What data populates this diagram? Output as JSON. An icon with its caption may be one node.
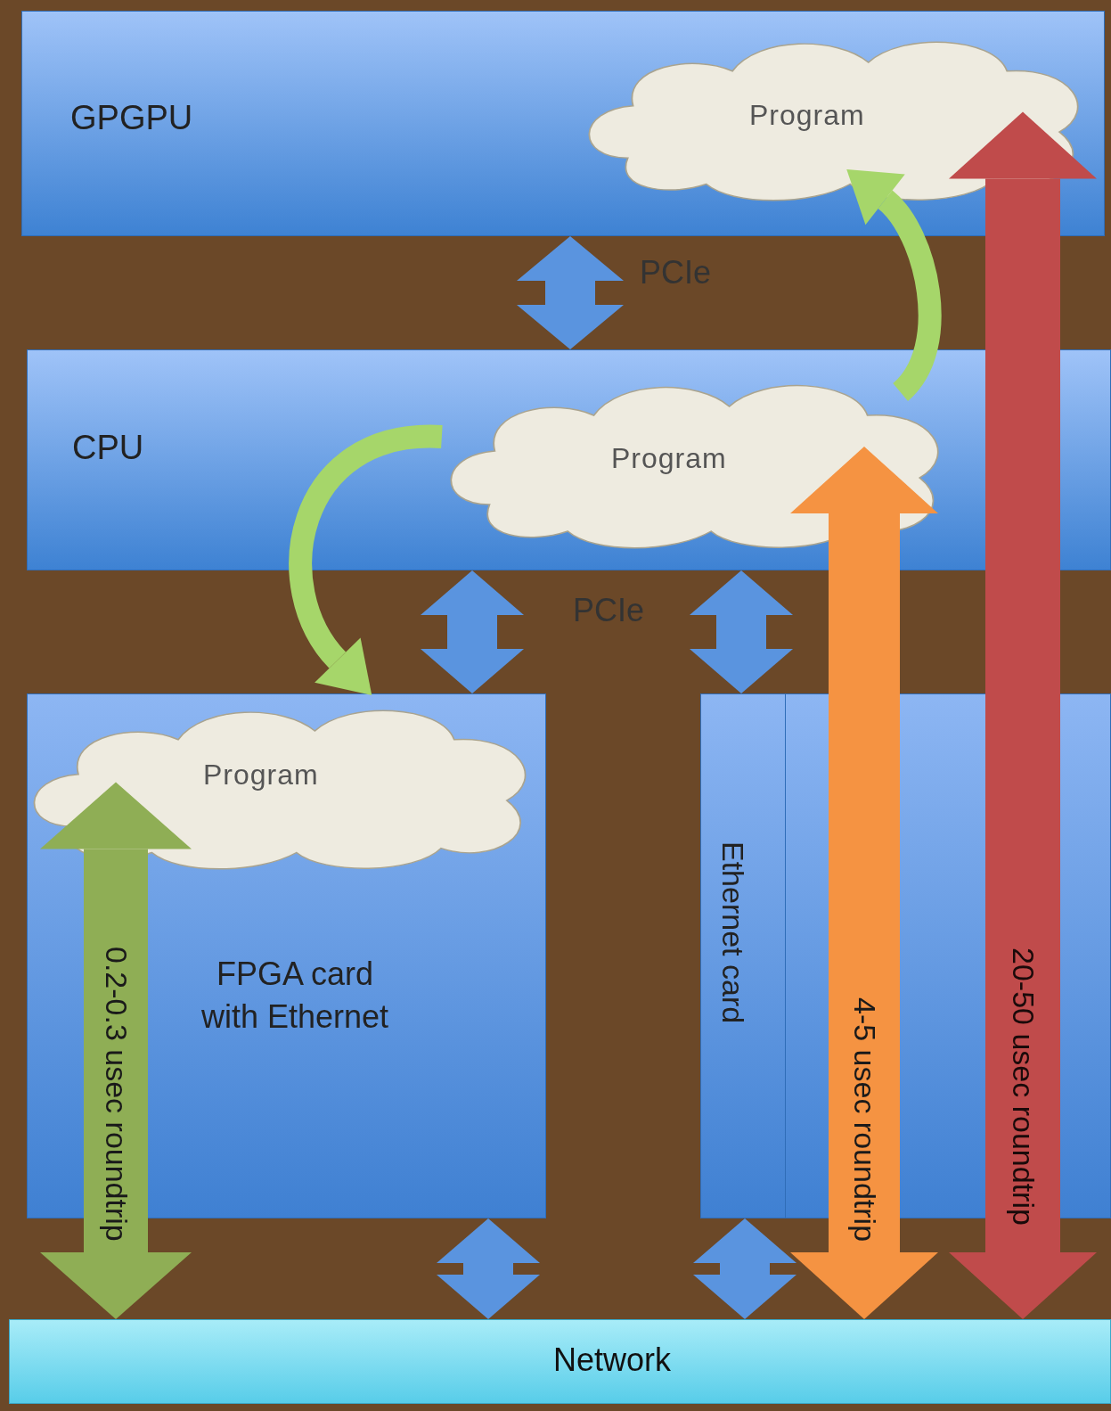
{
  "diagram": {
    "nodes": [
      {
        "text": [
          "GPGPU"
        ]
      },
      {
        "text": [
          "Program"
        ],
        "in": 0
      },
      {
        "text": [
          "CPU"
        ]
      },
      {
        "text": [
          "Program"
        ],
        "in": 2
      },
      {
        "text": [
          "FPGA card with Ethernet"
        ]
      },
      {
        "text": [
          "Program"
        ],
        "in": 4
      },
      {
        "text": [
          "Ethernet card"
        ]
      },
      {
        "text": [
          "Network"
        ]
      }
    ],
    "edges": [
      {
        "from": 0,
        "to": 2,
        "arrow": "both"
      },
      {
        "from": 2,
        "to": 4,
        "arrow": "both"
      },
      {
        "from": 2,
        "to": 6,
        "arrow": "both"
      },
      {
        "from": 4,
        "to": 7,
        "arrow": "both"
      },
      {
        "from": 6,
        "to": 7,
        "arrow": "both"
      },
      {
        "from": 3,
        "to": 5,
        "arrow": "to",
        "color": "#a6d66a"
      },
      {
        "from": 3,
        "to": 1,
        "arrow": "to",
        "color": "#a6d66a"
      },
      {
        "from": 5,
        "to": 7,
        "arrow": "both",
        "label": "0.2-0.3 usec roundtrip",
        "color": "#8fae55"
      },
      {
        "from": 3,
        "to": 7,
        "arrow": "both",
        "label": "4-5 usec roundtrip",
        "color": "#f59342"
      },
      {
        "from": 1,
        "to": 7,
        "arrow": "both",
        "label": "20-50 usec roundtrip",
        "color": "#c04b4b"
      }
    ],
    "labels": [
      "PCIe",
      "PCIe"
    ]
  }
}
